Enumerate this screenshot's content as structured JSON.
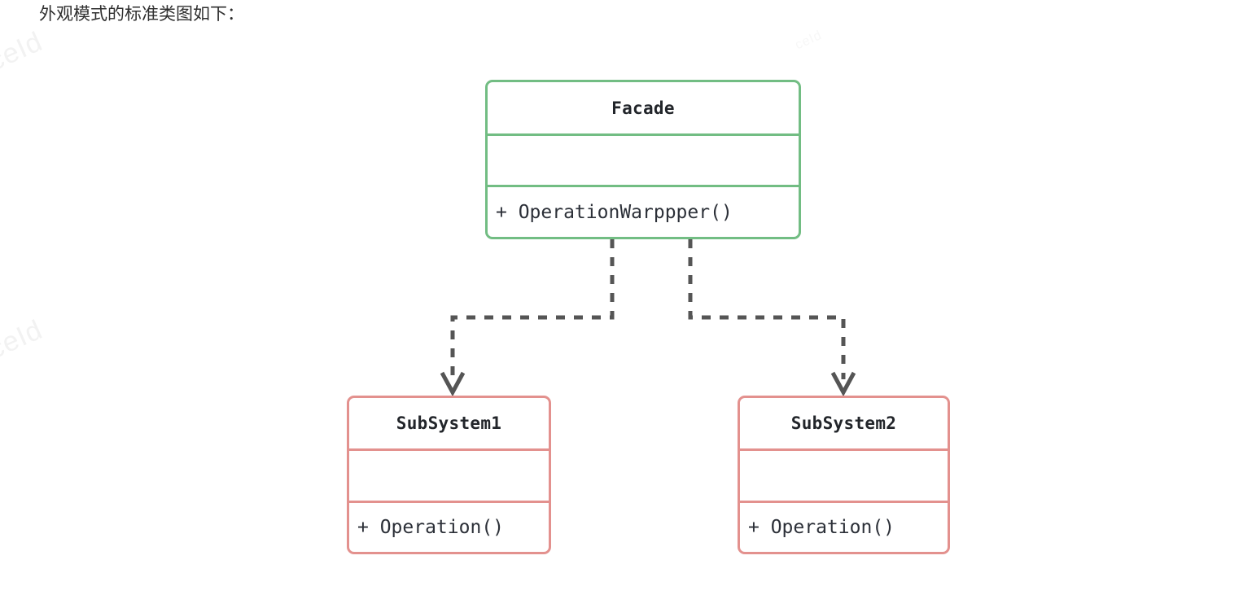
{
  "page": {
    "heading": "外观模式的标准类图如下：",
    "background_color": "#ffffff"
  },
  "watermarks": [
    {
      "text": "ceId"
    },
    {
      "text": "ceId"
    },
    {
      "text": "ceId"
    }
  ],
  "palette": {
    "facade_border": "#72bd83",
    "subsystem_border": "#e3918e",
    "connector": "#555555",
    "class_name_color": "#22252a",
    "member_color": "#2c3038"
  },
  "diagram": {
    "type": "uml-class-diagram",
    "pattern": "Facade",
    "classes": [
      {
        "id": "facade",
        "name": "Facade",
        "stereotype": "",
        "attributes": [],
        "methods": [
          "+ OperationWarppper()"
        ],
        "border_color": "#72bd83"
      },
      {
        "id": "subsystem1",
        "name": "SubSystem1",
        "stereotype": "",
        "attributes": [],
        "methods": [
          "+ Operation()"
        ],
        "border_color": "#e3918e"
      },
      {
        "id": "subsystem2",
        "name": "SubSystem2",
        "stereotype": "",
        "attributes": [],
        "methods": [
          "+ Operation()"
        ],
        "border_color": "#e3918e"
      }
    ],
    "relations": [
      {
        "from": "facade",
        "to": "subsystem1",
        "type": "dependency",
        "line_style": "dashed",
        "arrow": "open-v",
        "label": ""
      },
      {
        "from": "facade",
        "to": "subsystem2",
        "type": "dependency",
        "line_style": "dashed",
        "arrow": "open-v",
        "label": ""
      }
    ]
  }
}
